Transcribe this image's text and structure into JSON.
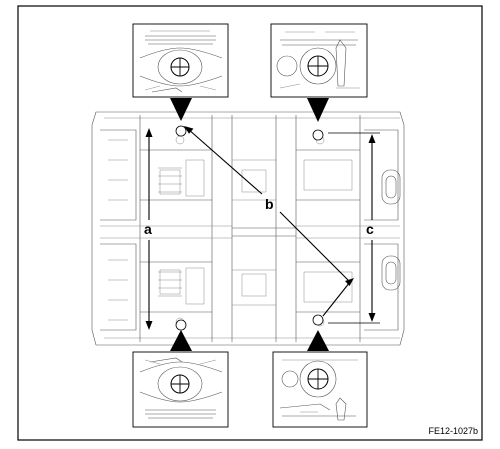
{
  "labels": {
    "a": "a",
    "b": "b",
    "c": "c"
  },
  "figure_code": "FE12-1027b",
  "colors": {
    "line": "#000000",
    "drawing": "#555555",
    "background": "#ffffff"
  }
}
